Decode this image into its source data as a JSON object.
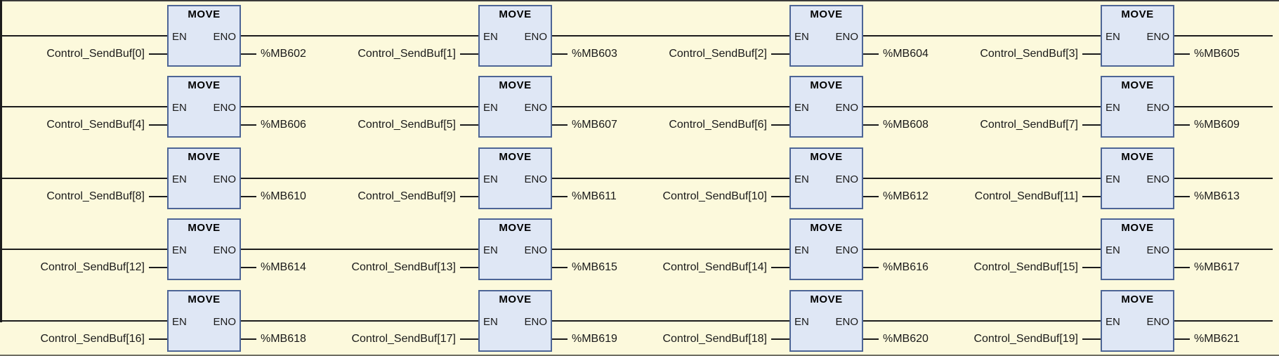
{
  "editor": {
    "block_title": "MOVE",
    "en_label": "EN",
    "eno_label": "ENO"
  },
  "colors": {
    "background": "#fcf9dc",
    "block_fill": "#dfe7f5",
    "block_border": "#4d6596",
    "wire": "#1c1c1c",
    "text": "#1a1a1a",
    "separator": "#3a3a3a"
  },
  "rungs": [
    {
      "cells": [
        {
          "input": "Control_SendBuf[0]",
          "output": "%MB602"
        },
        {
          "input": "Control_SendBuf[1]",
          "output": "%MB603"
        },
        {
          "input": "Control_SendBuf[2]",
          "output": "%MB604"
        },
        {
          "input": "Control_SendBuf[3]",
          "output": "%MB605"
        }
      ]
    },
    {
      "cells": [
        {
          "input": "Control_SendBuf[4]",
          "output": "%MB606"
        },
        {
          "input": "Control_SendBuf[5]",
          "output": "%MB607"
        },
        {
          "input": "Control_SendBuf[6]",
          "output": "%MB608"
        },
        {
          "input": "Control_SendBuf[7]",
          "output": "%MB609"
        }
      ]
    },
    {
      "cells": [
        {
          "input": "Control_SendBuf[8]",
          "output": "%MB610"
        },
        {
          "input": "Control_SendBuf[9]",
          "output": "%MB611"
        },
        {
          "input": "Control_SendBuf[10]",
          "output": "%MB612"
        },
        {
          "input": "Control_SendBuf[11]",
          "output": "%MB613"
        }
      ]
    },
    {
      "cells": [
        {
          "input": "Control_SendBuf[12]",
          "output": "%MB614"
        },
        {
          "input": "Control_SendBuf[13]",
          "output": "%MB615"
        },
        {
          "input": "Control_SendBuf[14]",
          "output": "%MB616"
        },
        {
          "input": "Control_SendBuf[15]",
          "output": "%MB617"
        }
      ]
    },
    {
      "cells": [
        {
          "input": "Control_SendBuf[16]",
          "output": "%MB618"
        },
        {
          "input": "Control_SendBuf[17]",
          "output": "%MB619"
        },
        {
          "input": "Control_SendBuf[18]",
          "output": "%MB620"
        },
        {
          "input": "Control_SendBuf[19]",
          "output": "%MB621"
        }
      ]
    }
  ]
}
